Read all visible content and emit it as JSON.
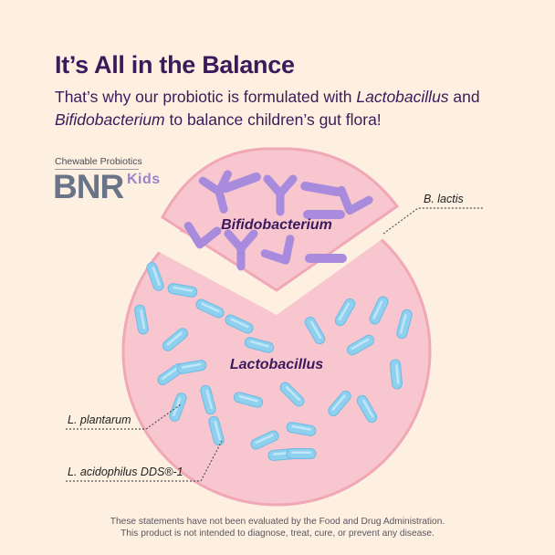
{
  "header": {
    "title": "It’s All in the Balance",
    "subtitle_part1": "That’s why our probiotic is formulated with ",
    "subtitle_em1": "Lactobacillus",
    "subtitle_part2": " and ",
    "subtitle_em2": "Bifidobacterium",
    "subtitle_part3": " to balance children’s gut flora!"
  },
  "brand": {
    "tagline": "Chewable Probiotics",
    "name": "BNR",
    "sub": "Kids"
  },
  "diagram": {
    "segment_top_label": "Bifidobacterium",
    "segment_main_label": "Lactobacillus",
    "callouts": {
      "b_lactis": "B. lactis",
      "l_plantarum": "L. plantarum",
      "l_acidophilus": "L. acidophilus DDS®-1"
    }
  },
  "colors": {
    "background": "#fdf0e1",
    "title": "#3b1a5c",
    "disc_fill": "#f7c6cf",
    "disc_stroke": "#f0a7b6",
    "bifido": "#a88bdc",
    "lacto": "#8fd0ef"
  },
  "footer": {
    "line1": "These statements have not been evaluated by the Food and Drug Administration.",
    "line2": "This product is not intended to diagnose, treat, cure, or prevent any disease."
  }
}
